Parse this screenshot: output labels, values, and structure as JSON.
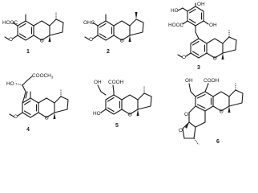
{
  "compounds": [
    {
      "number": "1",
      "labels": {
        "acid": "HOOC",
        "methoxy": "O",
        "ring_o": "O"
      }
    },
    {
      "number": "2",
      "labels": {
        "aldehyde": "OHC",
        "methoxy": "O",
        "ring_o": "O"
      }
    },
    {
      "number": "3",
      "labels": {
        "hydroxymethyl": "HO",
        "phenol_top": "OH",
        "acid": "HOOC",
        "phenol_side": "OH",
        "methoxy": "O",
        "ring_o": "O"
      }
    },
    {
      "number": "4",
      "labels": {
        "ester": "COOCH",
        "ester_sub": "3",
        "hydroxy": "HO",
        "methoxy": "O",
        "ring_o": "O"
      }
    },
    {
      "number": "5",
      "labels": {
        "hydroxymethyl": "OH",
        "acid": "COOH",
        "phenol": "HO",
        "ring_o": "O"
      }
    },
    {
      "number": "6",
      "labels": {
        "hydroxymethyl": "OH",
        "acid": "COOH",
        "ring_o_left": "O",
        "ring_o_left2": "O",
        "ring_o_right": "O"
      }
    }
  ]
}
